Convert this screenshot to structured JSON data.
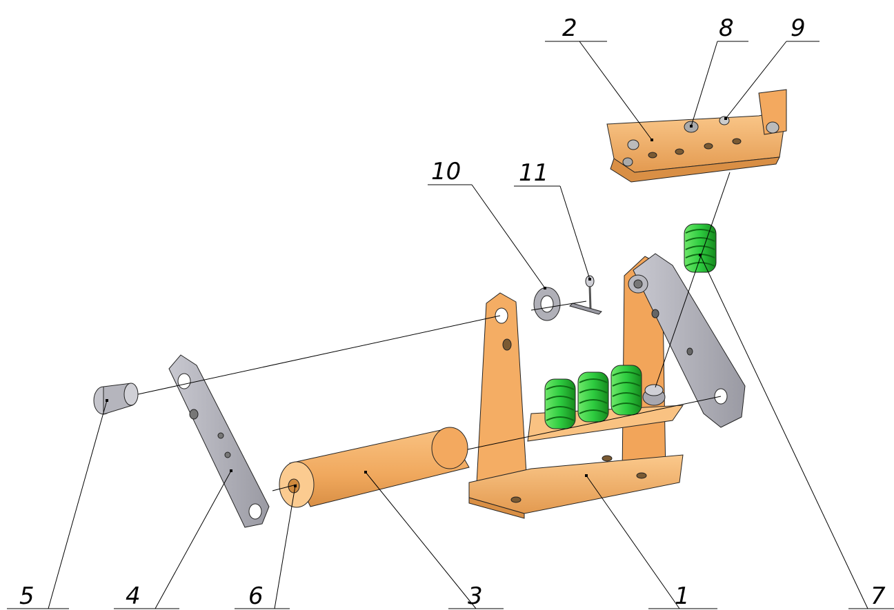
{
  "diagram": {
    "type": "exploded-assembly-drawing",
    "callouts": [
      {
        "id": "callout-1",
        "label": "1",
        "part": "base-frame"
      },
      {
        "id": "callout-2",
        "label": "2",
        "part": "top-bracket"
      },
      {
        "id": "callout-3",
        "label": "3",
        "part": "roller-cylinder"
      },
      {
        "id": "callout-4",
        "label": "4",
        "part": "link-plate"
      },
      {
        "id": "callout-5",
        "label": "5",
        "part": "pin"
      },
      {
        "id": "callout-6",
        "label": "6",
        "part": "roller-end-pin"
      },
      {
        "id": "callout-7",
        "label": "7",
        "part": "spring"
      },
      {
        "id": "callout-8",
        "label": "8",
        "part": "bolt"
      },
      {
        "id": "callout-9",
        "label": "9",
        "part": "nut"
      },
      {
        "id": "callout-10",
        "label": "10",
        "part": "washer"
      },
      {
        "id": "callout-11",
        "label": "11",
        "part": "cotter-pin"
      }
    ],
    "colors": {
      "frame": "#f5b16a",
      "frame_dark": "#d98f45",
      "spring": "#2ecc40",
      "spring_dark": "#168a1e",
      "plate": "#b5b5bd",
      "plate_dark": "#8c8c95",
      "line": "#000000"
    }
  }
}
